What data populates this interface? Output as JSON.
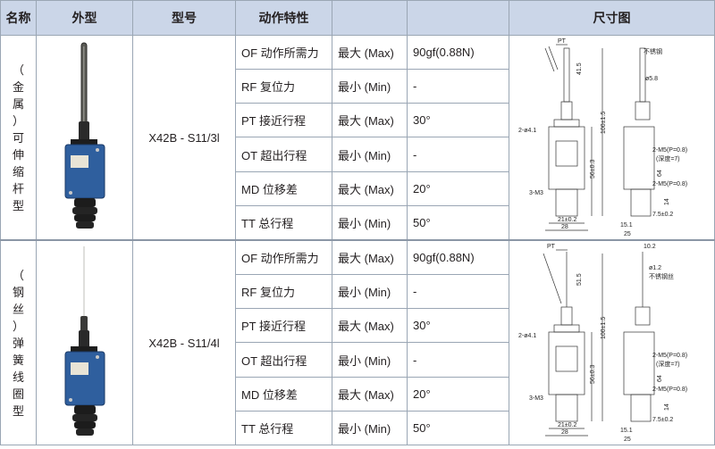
{
  "header": {
    "name": "名称",
    "appearance": "外型",
    "model": "型号",
    "action": "动作特性",
    "col4": "",
    "col5": "",
    "dimension": "尺寸图"
  },
  "products": [
    {
      "name_chars": [
        "（",
        "金",
        "属",
        "）",
        "可",
        "伸",
        "缩",
        "杆",
        "型"
      ],
      "model": "X42B - S11/3l",
      "rows": [
        {
          "prop": "OF 动作所需力",
          "limit": "最大 (Max)",
          "value": "90gf(0.88N)"
        },
        {
          "prop": "RF 复位力",
          "limit": "最小 (Min)",
          "value": "-"
        },
        {
          "prop": "PT 接近行程",
          "limit": "最大 (Max)",
          "value": "30°"
        },
        {
          "prop": "OT 超出行程",
          "limit": "最小 (Min)",
          "value": "-"
        },
        {
          "prop": "MD 位移差",
          "limit": "最大 (Max)",
          "value": "20°"
        },
        {
          "prop": "TT 总行程",
          "limit": "最小 (Min)",
          "value": "50°"
        }
      ],
      "drawing": {
        "pt": "PT",
        "rod_material": "不锈钢",
        "rod_len": "41.5",
        "rod_dia": "ø5.8",
        "total_len": "100±1.5",
        "hole": "2-ø4.1",
        "body_h": "56±0.3",
        "screw_top": "2-M5(P=0.8)",
        "depth": "(深度=7)",
        "dim64": "64",
        "screw_bottom": "2-M5(P=0.8)",
        "m3": "3-M3",
        "dim14": "14",
        "w21": "21±0.2",
        "w28": "28",
        "d75": "7.5±0.2",
        "d151": "15.1",
        "d25": "25"
      }
    },
    {
      "name_chars": [
        "（",
        "钢",
        "丝",
        "）",
        "弹",
        "簧",
        "线",
        "圈",
        "型"
      ],
      "model": "X42B - S11/4l",
      "rows": [
        {
          "prop": "OF 动作所需力",
          "limit": "最大 (Max)",
          "value": "90gf(0.88N)"
        },
        {
          "prop": "RF 复位力",
          "limit": "最小 (Min)",
          "value": "-"
        },
        {
          "prop": "PT 接近行程",
          "limit": "最大 (Max)",
          "value": "30°"
        },
        {
          "prop": "OT 超出行程",
          "limit": "最小 (Min)",
          "value": "-"
        },
        {
          "prop": "MD 位移差",
          "limit": "最大 (Max)",
          "value": "20°"
        },
        {
          "prop": "TT 总行程",
          "limit": "最小 (Min)",
          "value": "50°"
        }
      ],
      "drawing": {
        "pt": "PT",
        "top_w": "10.2",
        "wire_dia": "ø1.2",
        "rod_material": "不锈钢丝",
        "rod_len": "51.5",
        "total_len": "100±1.5",
        "hole": "2-ø4.1",
        "body_h": "56±0.3",
        "screw_top": "2-M5(P=0.8)",
        "depth": "(深度=7)",
        "dim64": "64",
        "screw_bottom": "2-M5(P=0.8)",
        "m3": "3-M3",
        "dim14": "14",
        "w21": "21±0.2",
        "w28": "28",
        "d75": "7.5±0.2",
        "d151": "15.1",
        "d25": "25"
      }
    }
  ]
}
